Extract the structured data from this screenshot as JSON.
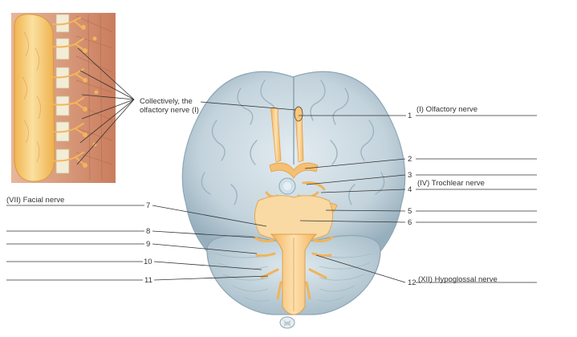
{
  "figure": {
    "callout": {
      "line1": "Collectively, the",
      "line2": "olfactory nerve (I)"
    },
    "numbers": [
      "1",
      "2",
      "3",
      "4",
      "5",
      "6",
      "7",
      "8",
      "9",
      "10",
      "11",
      "12"
    ],
    "named_labels": {
      "olfactory": "(I) Olfactory nerve",
      "trochlear": "(IV) Trochlear nerve",
      "facial": "(VII) Facial nerve",
      "hypoglossal": "(XII) Hypoglossal nerve"
    },
    "icons": [
      "olfactory-epithelium-inset",
      "brain-inferior-view"
    ],
    "colors": {
      "nerve": "#f7c27a",
      "brain": "#c5d4dc",
      "leader_line": "#333333"
    }
  }
}
